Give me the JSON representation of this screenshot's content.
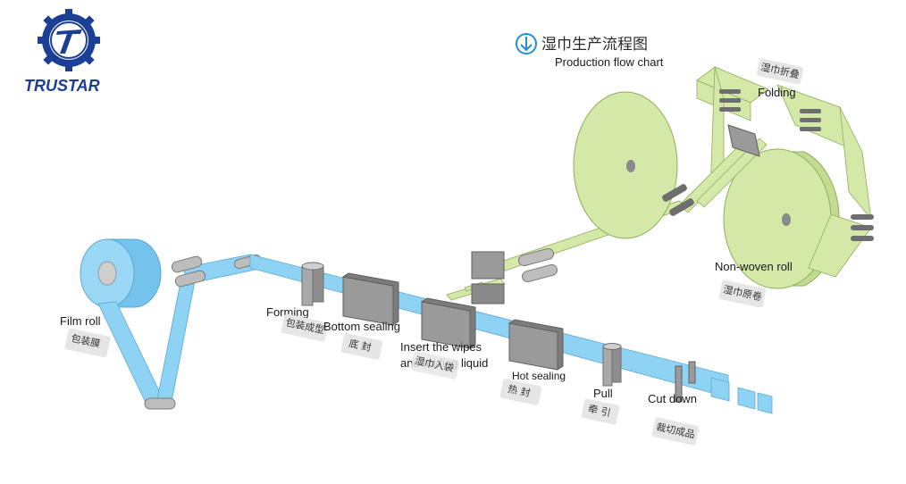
{
  "brand": {
    "name": "TRUSTAR",
    "color": "#1b3f94"
  },
  "title": {
    "zh": "湿巾生产流程图",
    "en": "Production flow chart"
  },
  "colors": {
    "film": "#8fd3f4",
    "nonwoven": "#d4e8a8",
    "machine": "#9a9a9a",
    "tag_bg": "#e6e6e6"
  },
  "stages": [
    {
      "id": "film-roll",
      "en": "Film roll",
      "zh": "包装膜"
    },
    {
      "id": "forming",
      "en": "Forming",
      "zh": "包装成型"
    },
    {
      "id": "bottom-sealing",
      "en": "Bottom sealing",
      "zh": "底 封"
    },
    {
      "id": "insert-wipes",
      "en": "Insert the wipes",
      "en2": "and adding liquid",
      "zh": "湿巾入袋"
    },
    {
      "id": "hot-sealing",
      "en": "Hot sealing",
      "zh": "热 封"
    },
    {
      "id": "pull",
      "en": "Pull",
      "zh": "牵 引"
    },
    {
      "id": "cut-down",
      "en": "Cut down",
      "zh": "裁切成品"
    },
    {
      "id": "non-woven-roll",
      "en": "Non-woven roll",
      "zh": "湿巾原卷"
    },
    {
      "id": "folding",
      "en": "Folding",
      "zh": "湿巾折叠"
    }
  ]
}
